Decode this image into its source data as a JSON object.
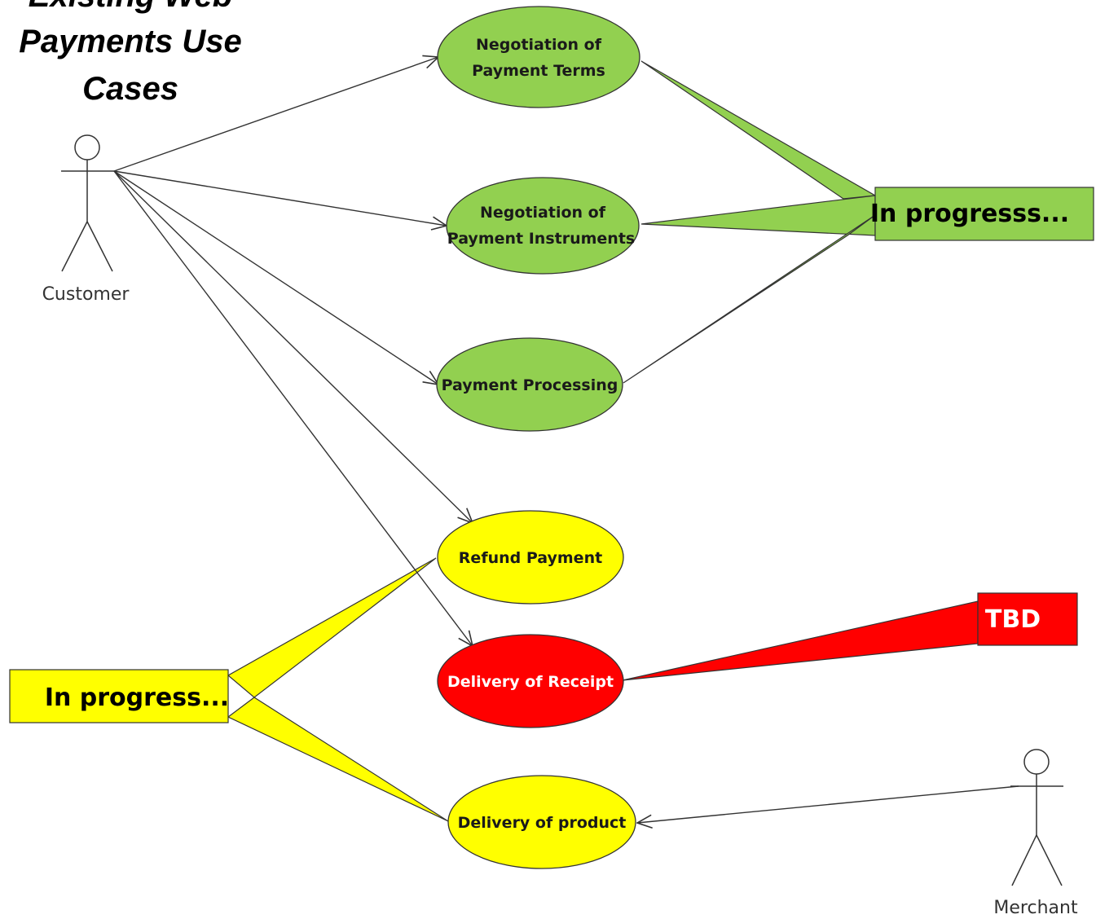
{
  "title": {
    "lines": [
      "Existing Web",
      "Payments Use",
      "Cases"
    ]
  },
  "actors": {
    "customer": {
      "label": "Customer"
    },
    "merchant": {
      "label": "Merchant"
    }
  },
  "use_cases": {
    "negotiation_terms": {
      "lines": [
        "Negotiation of",
        "Payment Terms"
      ],
      "fill": "#92d050",
      "text_color": "#1a1a1a"
    },
    "negotiation_instruments": {
      "lines": [
        "Negotiation of",
        "Payment Instruments"
      ],
      "fill": "#92d050",
      "text_color": "#1a1a1a"
    },
    "payment_processing": {
      "lines": [
        "Payment Processing"
      ],
      "fill": "#92d050",
      "text_color": "#1a1a1a"
    },
    "refund_payment": {
      "lines": [
        "Refund Payment"
      ],
      "fill": "#ffff00",
      "text_color": "#1a1a1a"
    },
    "delivery_receipt": {
      "lines": [
        "Delivery of Receipt"
      ],
      "fill": "#ff0000",
      "text_color": "#ffffff"
    },
    "delivery_product": {
      "lines": [
        "Delivery of product"
      ],
      "fill": "#ffff00",
      "text_color": "#1a1a1a"
    }
  },
  "notes": {
    "in_progress_green": {
      "label": "In progresss...",
      "fill": "#92d050",
      "text_color": "#000000"
    },
    "in_progress_yellow": {
      "label": "In progress...",
      "fill": "#ffff00",
      "text_color": "#000000"
    },
    "tbd": {
      "label": "TBD",
      "fill": "#ff0000",
      "text_color": "#ffffff"
    }
  }
}
